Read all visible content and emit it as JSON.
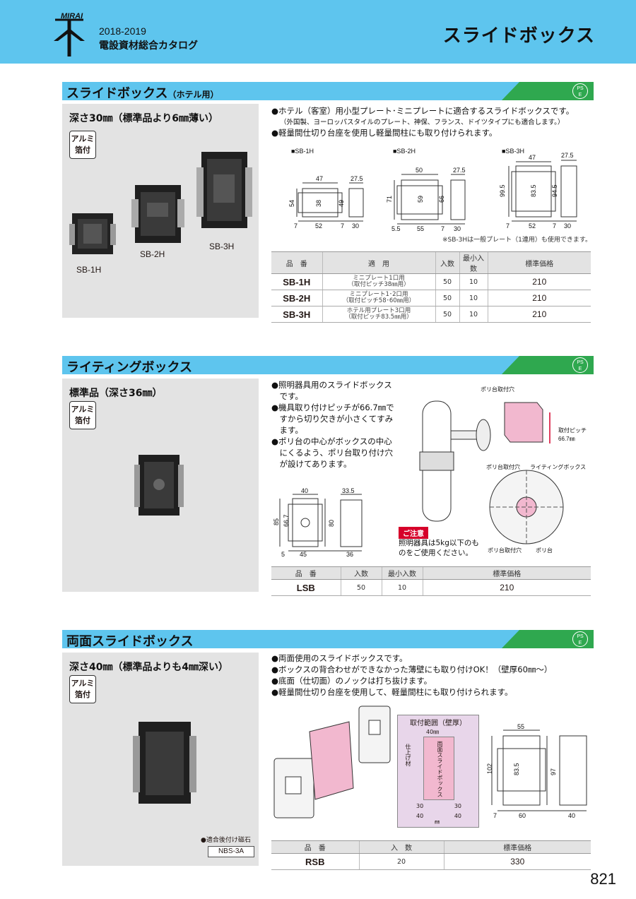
{
  "header": {
    "logo_text": "MIRAI",
    "catalog_year": "2018-2019",
    "catalog_title": "電設資材総合カタログ",
    "page_title": "スライドボックス"
  },
  "pse_mark": {
    "line1": "PS",
    "line2": "E"
  },
  "alu_badge": {
    "line1": "アルミ",
    "line2": "箔付"
  },
  "section1": {
    "title": "スライドボックス",
    "title_sub": "（ホテル用）",
    "panel_head": "深さ30㎜（標準品より6㎜薄い）",
    "photo_labels": [
      "SB-1H",
      "SB-2H",
      "SB-3H"
    ],
    "bullets": [
      "●ホテル（客室）用小型プレート･ミニプレートに適合するスライドボックスです。",
      "（外国製、ヨーロッパスタイルのプレート、神保、フランス、ドイツタイプにも適合します。）",
      "●軽量間仕切り台座を使用し軽量間柱にも取り付けられます。"
    ],
    "drawing_labels": [
      "■SB-1H",
      "■SB-2H",
      "■SB-3H"
    ],
    "dims": {
      "sb1h": {
        "top": "47",
        "side_top": "27.5",
        "h": "54",
        "inner": "38",
        "h2": "49",
        "bottom_l": "7",
        "bottom": "52",
        "bottom_r": "7",
        "side": "30"
      },
      "sb2h": {
        "top": "50",
        "side_top": "27.5",
        "h": "71",
        "inner": "59",
        "h2": "66",
        "bottom_l": "5.5",
        "bottom": "55",
        "bottom_r": "7",
        "side": "30"
      },
      "sb3h": {
        "top": "47",
        "side_top": "27.5",
        "h": "99.5",
        "inner": "83.5",
        "h2": "94.5",
        "bottom_l": "7",
        "bottom": "52",
        "bottom_r": "7",
        "side": "30"
      }
    },
    "footnote": "※SB-3Hは一般プレート（1連用）も使用できます。",
    "table": {
      "headers": [
        "品　番",
        "適　用",
        "入数",
        "最小入数",
        "標準価格"
      ],
      "rows": [
        {
          "code": "SB-1H",
          "use1": "ミニプレート1口用",
          "use2": "（取付ピッチ38㎜用）",
          "qty": "50",
          "min": "10",
          "price": "210"
        },
        {
          "code": "SB-2H",
          "use1": "ミニプレート1･2口用",
          "use2": "（取付ピッチ58･60㎜用）",
          "qty": "50",
          "min": "10",
          "price": "210"
        },
        {
          "code": "SB-3H",
          "use1": "ホテル用プレート3口用",
          "use2": "（取付ピッチ83.5㎜用）",
          "qty": "50",
          "min": "10",
          "price": "210"
        }
      ]
    }
  },
  "section2": {
    "title": "ライティングボックス",
    "panel_head": "標準品（深さ36㎜）",
    "bullets": [
      "●照明器具用のスライドボックス",
      "　です。",
      "●機具取り付けピッチが66.7㎜で",
      "　すから切り欠きが小さくてすみ",
      "　ます。",
      "●ポリ台の中心がボックスの中心",
      "　にくるよう、ポリ台取り付け穴",
      "　が設けてあります。"
    ],
    "dims": {
      "top": "40",
      "side_top": "33.5",
      "h1": "85",
      "h2": "66.7",
      "h3": "80",
      "bottom_l": "5",
      "bottom": "45",
      "side": "36"
    },
    "callouts": {
      "poly_hole_top": "ポリ台取付穴",
      "pitch_label": "取付ピッチ",
      "pitch_value": "66.7㎜",
      "poly_hole_mid": "ポリ台取付穴",
      "lighting_box": "ライティングボックス",
      "poly_hole_bottom": "ポリ台取付穴",
      "poly_base": "ポリ台"
    },
    "caution_label": "ご注意",
    "caution_text": [
      "照明器具は5kg以下のも",
      "のをご使用ください。"
    ],
    "table": {
      "headers": [
        "品　番",
        "入数",
        "最小入数",
        "標準価格"
      ],
      "rows": [
        {
          "code": "LSB",
          "qty": "50",
          "min": "10",
          "price": "210"
        }
      ]
    }
  },
  "section3": {
    "title": "両面スライドボックス",
    "panel_head": "深さ40㎜（標準品よりも4㎜深い）",
    "bullets": [
      "●両面使用のスライドボックスです。",
      "●ボックスの背合わせができなかった薄壁にも取り付けOK！（壁厚60㎜～）",
      "●底面（仕切面）のノックは打ち抜けます。",
      "●軽量間仕切り台座を使用して、軽量間柱にも取り付けられます。"
    ],
    "range_box": {
      "title": "取付範囲（壁厚）",
      "top_dim": "40㎜",
      "side_label": "仕上げ材",
      "center_label": "両面スライドボックス",
      "d1": "30",
      "d2": "30",
      "d3": "40",
      "d4": "40",
      "unit": "㎜"
    },
    "dims": {
      "top": "55",
      "h1": "102",
      "h2": "83.5",
      "h3": "97",
      "bottom_l": "7",
      "bottom": "60",
      "side": "40"
    },
    "magnet_label": "●適合後付け磁石",
    "magnet_code": "NBS-3A",
    "table": {
      "headers": [
        "品　番",
        "入　数",
        "標準価格"
      ],
      "rows": [
        {
          "code": "RSB",
          "qty": "20",
          "price": "330"
        }
      ]
    }
  },
  "page_number": "821"
}
